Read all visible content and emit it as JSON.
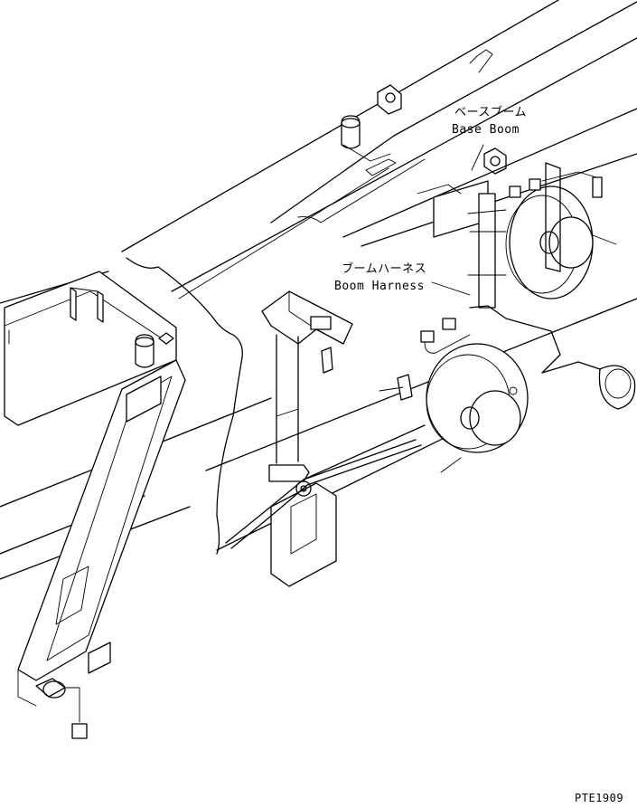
{
  "labels": {
    "base_boom_jp": "ベースブーム",
    "base_boom_en": "Base Boom",
    "boom_harness_jp": "ブームハーネス",
    "boom_harness_en": "Boom Harness"
  },
  "drawing_code": "PTE1909"
}
